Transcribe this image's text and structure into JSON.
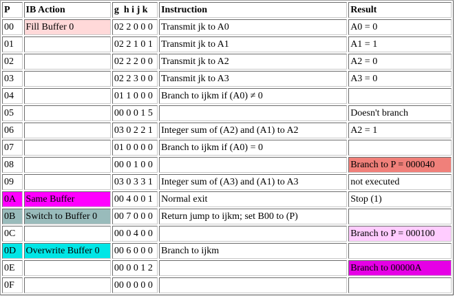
{
  "headers": {
    "p": "P",
    "ib": "IB Action",
    "ghijk": "g  h i j k",
    "instruction": "Instruction",
    "result": "Result"
  },
  "colors": {
    "fill_buffer": "#ffd9d9",
    "same_buffer": "#ff00ff",
    "switch_buffer": "#99bbbb",
    "overwrite_buffer": "#00e6e6",
    "branch_taken": "#f0807a",
    "branch_light": "#ffccff",
    "branch_magenta": "#e600e6"
  },
  "rows": [
    {
      "p": "00",
      "ib": "Fill Buffer 0",
      "code": "02 2 0 0 0",
      "instruction": "Transmit jk to A0",
      "result": "A0 = 0"
    },
    {
      "p": "01",
      "ib": "",
      "code": "02 2 1 0 1",
      "instruction": "Transmit jk to A1",
      "result": "A1 = 1"
    },
    {
      "p": "02",
      "ib": "",
      "code": "02 2 2 0 0",
      "instruction": "Transmit jk to A2",
      "result": "A2 = 0"
    },
    {
      "p": "03",
      "ib": "",
      "code": "02 2 3 0 0",
      "instruction": "Transmit jk to A3",
      "result": "A3 = 0"
    },
    {
      "p": "04",
      "ib": "",
      "code": "01 1 0 0 0",
      "instruction": "Branch to ijkm if (A0) ≠ 0",
      "result": ""
    },
    {
      "p": "05",
      "ib": "",
      "code": "00 0 0 1 5",
      "instruction": "",
      "result": "Doesn't branch"
    },
    {
      "p": "06",
      "ib": "",
      "code": "03 0 2 2 1",
      "instruction": "Integer sum of (A2) and (A1) to A2",
      "result": "A2 = 1"
    },
    {
      "p": "07",
      "ib": "",
      "code": "01 0 0 0 0",
      "instruction": "Branch to ijkm if (A0) = 0",
      "result": ""
    },
    {
      "p": "08",
      "ib": "",
      "code": "00 0 1 0 0",
      "instruction": "",
      "result": "Branch to P = 000040"
    },
    {
      "p": "09",
      "ib": "",
      "code": "03 0 3 3 1",
      "instruction": "Integer sum of (A3) and (A1) to A3",
      "result": "not executed"
    },
    {
      "p": "0A",
      "ib": "Same Buffer",
      "code": "00 4 0 0 1",
      "instruction": "Normal exit",
      "result": "Stop (1)"
    },
    {
      "p": "0B",
      "ib": "Switch to Buffer 0",
      "code": "00 7 0 0 0",
      "instruction": "Return jump to ijkm; set B00 to (P)",
      "result": ""
    },
    {
      "p": "0C",
      "ib": "",
      "code": "00 0 4 0 0",
      "instruction": "",
      "result": "Branch to P = 000100"
    },
    {
      "p": "0D",
      "ib": "Overwrite Buffer 0",
      "code": "00 6 0 0 0",
      "instruction": "Branch to ijkm",
      "result": ""
    },
    {
      "p": "0E",
      "ib": "",
      "code": "00 0 0 1 2",
      "instruction": "",
      "result": "Branch to 00000A"
    },
    {
      "p": "0F",
      "ib": "",
      "code": "00 0 0 0 0",
      "instruction": "",
      "result": ""
    }
  ]
}
